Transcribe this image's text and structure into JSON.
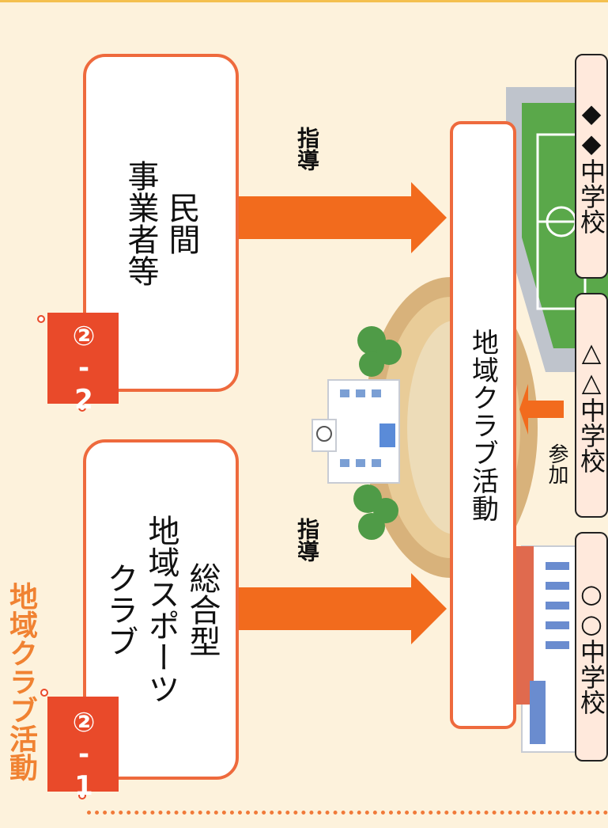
{
  "section_title": "地域クラブ活動",
  "cards": {
    "card_2_1": {
      "badge": "②-1",
      "lines": [
        "総合型",
        "地域スポーツ",
        "クラブ"
      ]
    },
    "card_2_2": {
      "badge": "②-2",
      "lines": [
        "民間",
        "事業者等"
      ]
    }
  },
  "central": {
    "label": "地域クラブ活動"
  },
  "arrows": {
    "guide_top": "指導",
    "guide_bottom": "指導",
    "join": "参加"
  },
  "schools": [
    "◆◆中学校",
    "△△中学校",
    "○○中学校"
  ],
  "colors": {
    "accent": "#ee6a3d",
    "arrow": "#f26b1d",
    "background": "#fdf2dc",
    "title": "#f08232"
  }
}
